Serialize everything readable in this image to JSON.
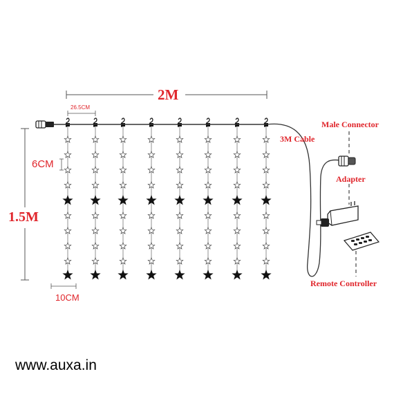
{
  "labels": {
    "width": "2M",
    "spacing": "26.5CM",
    "star_gap": "6CM",
    "height": "1.5M",
    "bottom_gap": "10CM",
    "cable": "3M Cable",
    "male_connector": "Male Connector",
    "adapter": "Adapter",
    "remote_controller": "Remote Controller",
    "website": "www.auxa.in"
  },
  "colors": {
    "accent": "#e0252b",
    "line": "#333333",
    "ink": "#111111"
  },
  "icons": {
    "small_star": "outline-star-icon",
    "big_star": "filled-star-icon",
    "hook": "hook-icon",
    "plug": "plug-icon",
    "adapter": "adapter-icon",
    "remote": "remote-control-icon"
  }
}
